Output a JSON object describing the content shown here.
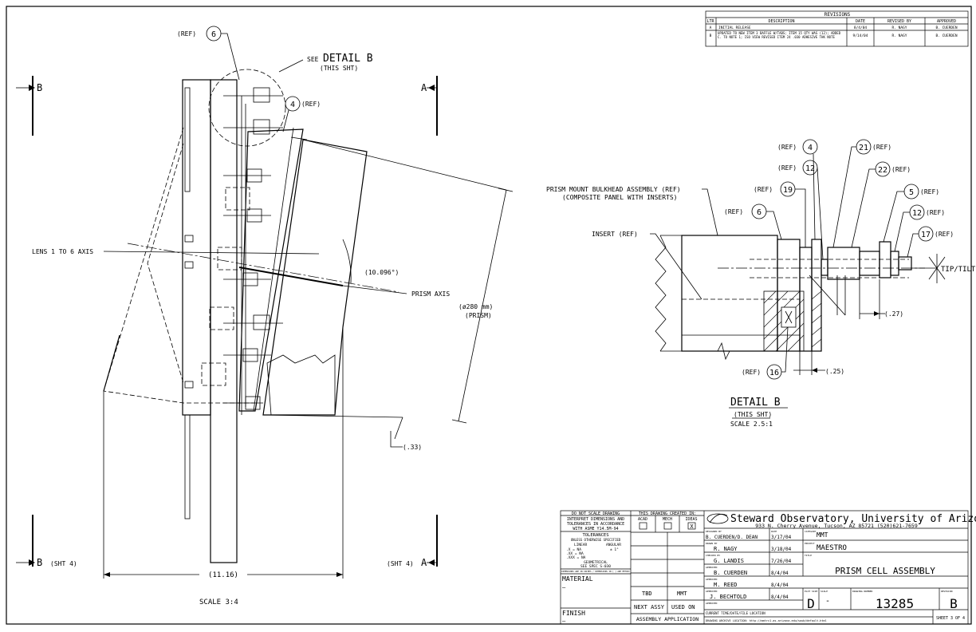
{
  "revisions": {
    "title": "REVISIONS",
    "headers": [
      "LTR",
      "DESCRIPTION",
      "DATE",
      "REVISED BY",
      "APPROVED"
    ],
    "rows": [
      [
        "A",
        "INITIAL RELEASE",
        "8/4/04",
        "R. NAGY",
        "B. CUERDEN"
      ],
      [
        "B",
        "UPDATED TO NEW ITEM 3 BAFFLE W/TABS; ITEM 15 QTY WAS (12); ADDED C. TO NOTE 1; ISO VIEW REVISED ITEM 24 .030 ADHESIVE THK NOTE",
        "9/14/04",
        "R. NAGY",
        "B. CUERDEN"
      ]
    ]
  },
  "main_view": {
    "ref6": "(REF)",
    "ref6_num": "6",
    "see_detail_prefix": "SEE",
    "see_detail": "DETAIL B",
    "this_sht": "(THIS SHT)",
    "ref4_num": "4",
    "ref4": "(REF)",
    "section_b_top": "B",
    "section_a_top": "A",
    "lens_axis": "LENS 1 TO 6 AXIS",
    "angle": "(10.096°)",
    "prism_axis": "PRISM AXIS",
    "prism_dia": "(ø280 mm)",
    "prism_label": "(PRISM)",
    "dim_033": "(.33)",
    "dim_1116": "(11.16)",
    "section_b_bottom": "B",
    "sht4_left": "(SHT 4)",
    "sht4_right": "(SHT 4)",
    "section_a_bottom": "A",
    "scale": "SCALE 3:4"
  },
  "detail": {
    "ref": "(REF)",
    "num4": "4",
    "num21": "21",
    "num12a": "12",
    "num22": "22",
    "num19": "19",
    "num5": "5",
    "num6": "6",
    "num12b": "12",
    "num17": "17",
    "num16": "16",
    "bulkhead1": "PRISM MOUNT BULKHEAD ASSEMBLY (REF)",
    "bulkhead2": "(COMPOSITE PANEL WITH INSERTS)",
    "insert": "INSERT (REF)",
    "tiptilt": "TIP/TILT",
    "dim_027": "(.27)",
    "dim_025": "(.25)",
    "title": "DETAIL B",
    "this_sht": "(THIS SHT)",
    "scale": "SCALE 2.5:1"
  },
  "title_block": {
    "do_not_scale": "DO NOT SCALE DRAWING",
    "interpret1": "INTERPRET DIMENSIONS AND",
    "interpret2": "TOLERANCES IN ACCORDANCE",
    "interpret3": "WITH ASME Y14.5M-94",
    "tolerances": "TOLERANCES",
    "unless": "UNLESS OTHERWISE SPECIFIED",
    "linear": "LINEAR",
    "angular": "ANGULAR",
    "tol1": ".X  = NA",
    "tol1b": "± 1°",
    "tol2": ".XX  = NA",
    "tol3": ".XXX = NA",
    "geometrical": "GEOMETRICAL",
    "see_spec": "SEE SPEC S-030",
    "fine_note": "DIMENSIONS ARE IN INCHES / DIMENSIONS IN [ ] ARE METRIC",
    "material": "MATERIAL",
    "material_val": "—",
    "finish": "FINISH",
    "finish_val": "—",
    "created_in": "THIS DRAWING CREATED IN:",
    "acad": "ACAD",
    "mech": "MECH",
    "ideas": "IDEAS",
    "ideas_mark": "X",
    "tbd": "TBD",
    "mmt": "MMT",
    "next_assy": "NEXT ASSY",
    "used_on": "USED ON",
    "assembly_app": "ASSEMBLY APPLICATION",
    "org": "Steward Observatory, University of Arizona",
    "address": "933 N. Cherry Avenue, Tucson, AZ  85721  (520)621-7659",
    "designed_by_lbl": "DESIGNED BY",
    "designed_by": "B. CUERDEN/D. DEAN",
    "date_lbl": "DATE",
    "designed_date": "3/17/04",
    "category_lbl": "CATEGORY",
    "category": "MMT",
    "drawn_by_lbl": "DRAWN BY",
    "drawn_by": "R. NAGY",
    "drawn_date": "3/18/04",
    "project_lbl": "PROJECT",
    "project": "MAESTRO",
    "checked_by_lbl": "CHECKED BY",
    "checked_by": "G. LANDIS",
    "checked_date": "7/26/04",
    "title_lbl": "TITLE",
    "approved_lbl": "APPROVED",
    "approved1": "B. CUERDEN",
    "approved1_date": "8/4/04",
    "dwg_title": "PRISM CELL ASSEMBLY",
    "approved2": "M. REED",
    "approved2_date": "8/4/04",
    "approved3": "J. BECHTOLD",
    "approved3_date": "8/4/04",
    "plot_size_lbl": "PLOT SIZE",
    "plot_size": "D",
    "scale_lbl": "SCALE",
    "scale_val": "-",
    "dwg_no_lbl": "DRAWING NUMBER",
    "dwg_no": "13285",
    "revision_lbl": "REVISION",
    "revision": "B",
    "current_time": "CURRENT TIME/DATE/FILE LOCATION",
    "archive": "DRAWING ARCHIVE LOCATION: http://mmtrc1.as.arizona.edu/soub/default.html",
    "sheet": "SHEET 3 OF 4"
  }
}
